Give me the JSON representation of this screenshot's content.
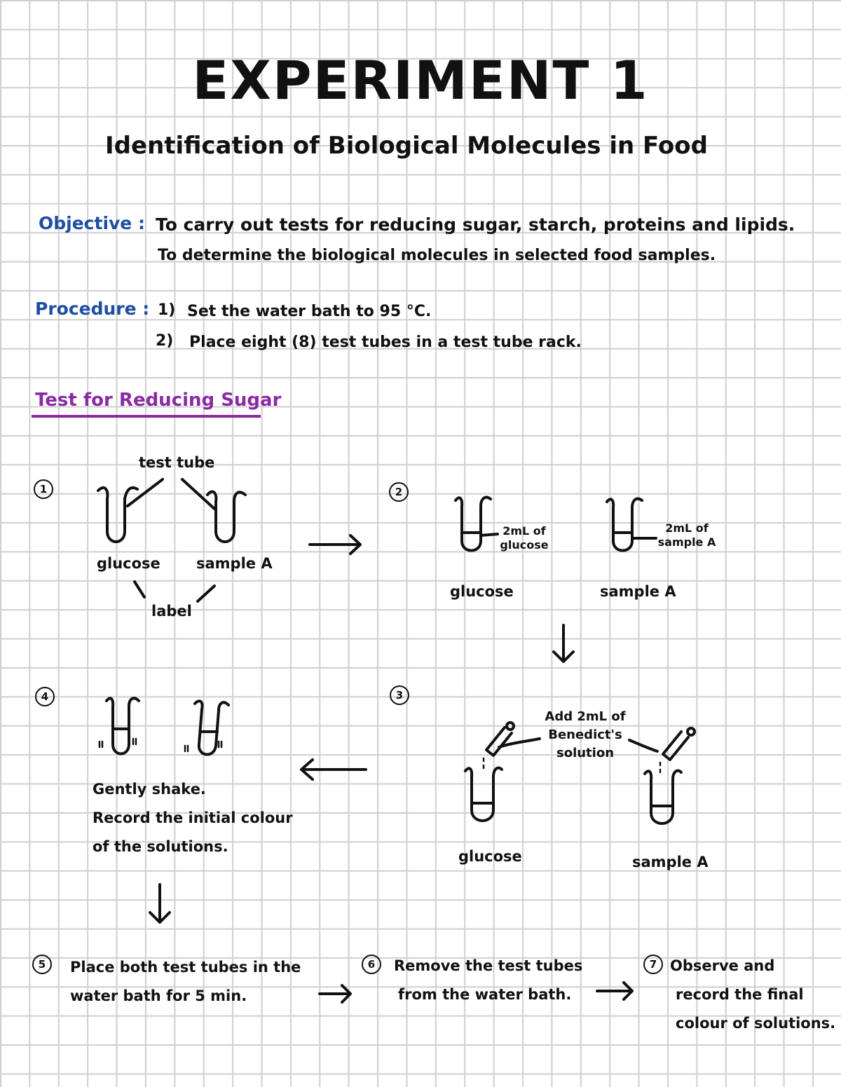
{
  "title": "EXPERIMENT 1",
  "subtitle": "Identification of Biological Molecules in Food",
  "objective": {
    "label": "Objective :",
    "line1": "To carry out tests for reducing sugar, starch, proteins and lipids.",
    "line2": "To determine the biological molecules in selected food samples."
  },
  "procedure": {
    "label": "Procedure :",
    "steps": [
      {
        "num": "1)",
        "text": "Set the water bath to 95 °C."
      },
      {
        "num": "2)",
        "text": "Place eight (8) test tubes in a test tube rack."
      }
    ]
  },
  "section_heading": "Test for Reducing Sugar",
  "steps": {
    "s1": {
      "num": "1",
      "test_tube_label": "test tube",
      "left": "glucose",
      "right": "sample A",
      "label_note": "label"
    },
    "s2": {
      "num": "2",
      "left_note_1": "2mL of",
      "left_note_2": "glucose",
      "right_note_1": "2mL of",
      "right_note_2": "sample A",
      "left": "glucose",
      "right": "sample A"
    },
    "s3": {
      "num": "3",
      "note_1": "Add 2mL of",
      "note_2": "Benedict's",
      "note_3": "solution",
      "left": "glucose",
      "right": "sample A"
    },
    "s4": {
      "num": "4",
      "line1": "Gently shake.",
      "line2": "Record the initial colour",
      "line3": "of the solutions."
    },
    "s5": {
      "num": "5",
      "line1": "Place both test tubes in the",
      "line2": "water bath for 5 min."
    },
    "s6": {
      "num": "6",
      "line1": "Remove the test tubes",
      "line2": "from the water bath."
    },
    "s7": {
      "num": "7",
      "line1": "Observe and",
      "line2": "record the final",
      "line3": "colour of solutions."
    }
  },
  "colors": {
    "blue": "#1e4ea3",
    "purple": "#8a2aa3",
    "ink": "#111111"
  }
}
